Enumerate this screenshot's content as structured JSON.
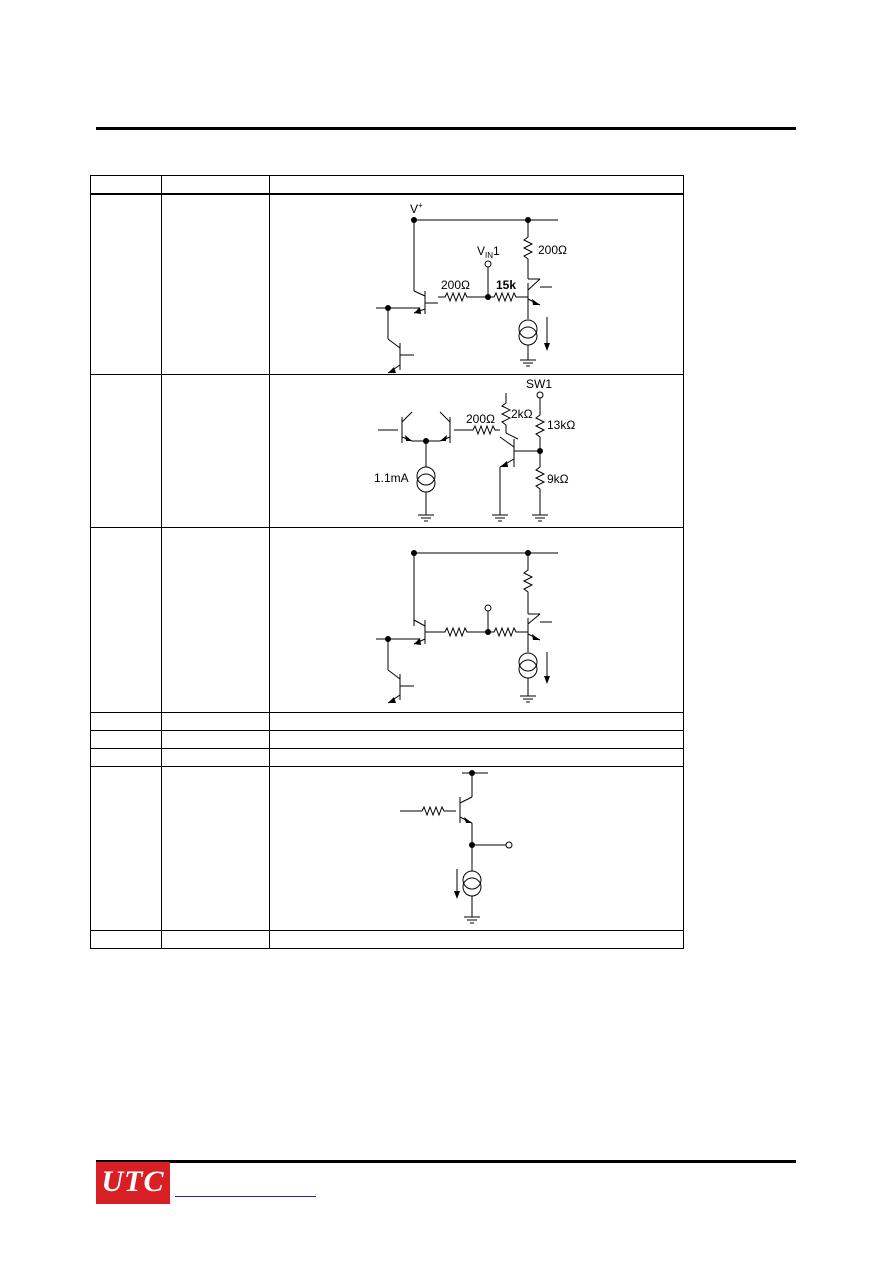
{
  "logo": {
    "text": "UTC",
    "color": "#d91f26"
  },
  "pin_table": {
    "row_heights": "layout-only",
    "rows": [
      {
        "id": "header",
        "pin": "",
        "name": "",
        "desc": ""
      },
      {
        "id": "vin1-input",
        "diagram": "input-stage-1"
      },
      {
        "id": "sw1",
        "diagram": "switch-stage"
      },
      {
        "id": "vin2-input",
        "diagram": "input-stage-2"
      },
      {
        "id": "plain-1"
      },
      {
        "id": "plain-2"
      },
      {
        "id": "plain-3"
      },
      {
        "id": "output",
        "diagram": "output-stage"
      },
      {
        "id": "plain-4"
      }
    ]
  },
  "diagram_labels": {
    "vplus": "V",
    "vplus_sup": "+",
    "vin_v": "V",
    "vin_sub": "IN",
    "vin_num": "1",
    "r200_a": "200Ω",
    "r200_b": "200Ω",
    "r15k": "15k",
    "sw1": "SW1",
    "r200_c": "200Ω",
    "r2k": "2kΩ",
    "r13k": "13kΩ",
    "i11": "1.1mA",
    "r9k": "9kΩ"
  }
}
